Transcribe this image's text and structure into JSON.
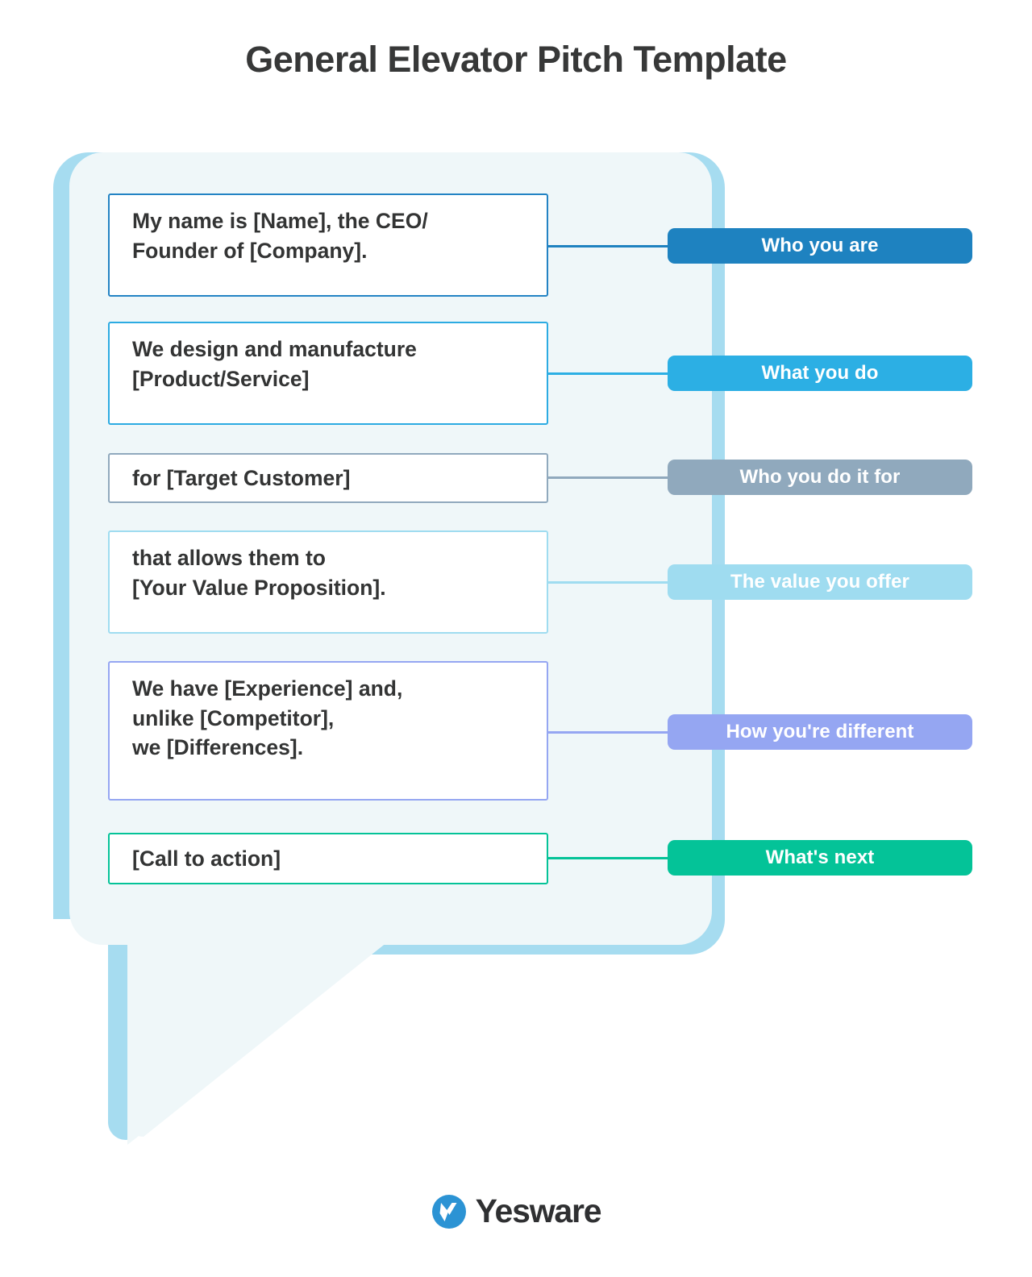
{
  "page": {
    "title": "General Elevator Pitch Template",
    "background_color": "#ffffff"
  },
  "bubble": {
    "fill_color": "#eff7f9",
    "shadow_color": "#a6dcf0",
    "description": "rounded speech bubble with downward-left tail"
  },
  "rows": [
    {
      "statement_lines": [
        "My name is [Name], the CEO/",
        "Founder of [Company]."
      ],
      "box_border_color": "#2383c4",
      "label": "Who you are",
      "label_color": "#1e82c0",
      "connector_color": "#1e82c0"
    },
    {
      "statement_lines": [
        "We design and manufacture",
        "[Product/Service]"
      ],
      "box_border_color": "#2cabe2",
      "label": "What you do",
      "label_color": "#2cafe4",
      "connector_color": "#2cafe4"
    },
    {
      "statement_lines": [
        "for [Target Customer]"
      ],
      "box_border_color": "#90a9bd",
      "label": "Who you do it for",
      "label_color": "#90a9bd",
      "connector_color": "#90a9bd"
    },
    {
      "statement_lines": [
        "that allows them to",
        "[Your Value Proposition]."
      ],
      "box_border_color": "#9fdcf0",
      "label": "The value you offer",
      "label_color": "#9fdcf0",
      "connector_color": "#9fdcf0"
    },
    {
      "statement_lines": [
        "We have [Experience] and,",
        "unlike [Competitor],",
        "we [Differences]."
      ],
      "box_border_color": "#95a6f2",
      "label": "How you're different",
      "label_color": "#95a6f2",
      "connector_color": "#95a6f2"
    },
    {
      "statement_lines": [
        "[Call to action]"
      ],
      "box_border_color": "#04c398",
      "label": "What's next",
      "label_color": "#04c398",
      "connector_color": "#04c398"
    }
  ],
  "footer": {
    "brand_name": "Yesware",
    "logo_icon": "yesware-y-circle-icon",
    "logo_color": "#2b93d4",
    "wordmark_color": "#2f3032"
  }
}
